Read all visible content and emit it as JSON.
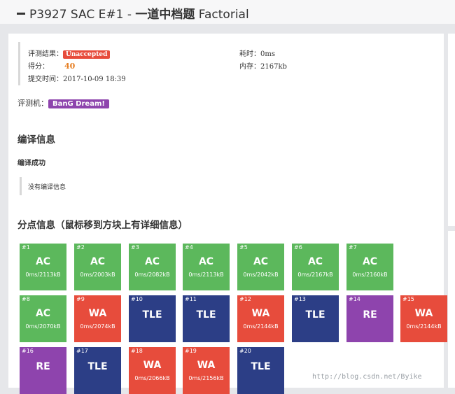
{
  "header": {
    "title_prefix": "P3927 SAC E#1 - ",
    "title_main": "一道中档题",
    "title_suffix": " Factorial"
  },
  "result": {
    "status_label": "评测结果：",
    "status": "Unaccepted",
    "score_label": "得分：",
    "score": "40",
    "submit_label": "提交时间：",
    "submit_time": "2017-10-09 18:39",
    "time_label": "耗时：",
    "time": "0ms",
    "memory_label": "内存：",
    "memory": "2167kb"
  },
  "judger": {
    "label": "评测机：",
    "name": "BanG Dream!"
  },
  "compile": {
    "heading": "编译信息",
    "status": "编译成功",
    "message": "没有编译信息"
  },
  "points": {
    "heading": "分点信息（鼠标移到方块上有详细信息）",
    "cases": [
      {
        "num": "#1",
        "status": "AC",
        "detail": "0ms/2113kB"
      },
      {
        "num": "#2",
        "status": "AC",
        "detail": "0ms/2003kB"
      },
      {
        "num": "#3",
        "status": "AC",
        "detail": "0ms/2082kB"
      },
      {
        "num": "#4",
        "status": "AC",
        "detail": "0ms/2113kB"
      },
      {
        "num": "#5",
        "status": "AC",
        "detail": "0ms/2042kB"
      },
      {
        "num": "#6",
        "status": "AC",
        "detail": "0ms/2167kB"
      },
      {
        "num": "#7",
        "status": "AC",
        "detail": "0ms/2160kB"
      },
      {
        "num": "#8",
        "status": "AC",
        "detail": "0ms/2070kB"
      },
      {
        "num": "#9",
        "status": "WA",
        "detail": "0ms/2074kB"
      },
      {
        "num": "#10",
        "status": "TLE",
        "detail": ""
      },
      {
        "num": "#11",
        "status": "TLE",
        "detail": ""
      },
      {
        "num": "#12",
        "status": "WA",
        "detail": "0ms/2144kB"
      },
      {
        "num": "#13",
        "status": "TLE",
        "detail": ""
      },
      {
        "num": "#14",
        "status": "RE",
        "detail": ""
      },
      {
        "num": "#15",
        "status": "WA",
        "detail": "0ms/2144kB"
      },
      {
        "num": "#16",
        "status": "RE",
        "detail": ""
      },
      {
        "num": "#17",
        "status": "TLE",
        "detail": ""
      },
      {
        "num": "#18",
        "status": "WA",
        "detail": "0ms/2066kB"
      },
      {
        "num": "#19",
        "status": "WA",
        "detail": "0ms/2156kB"
      },
      {
        "num": "#20",
        "status": "TLE",
        "detail": ""
      }
    ]
  },
  "watermark": "http://blog.csdn.net/Byike"
}
